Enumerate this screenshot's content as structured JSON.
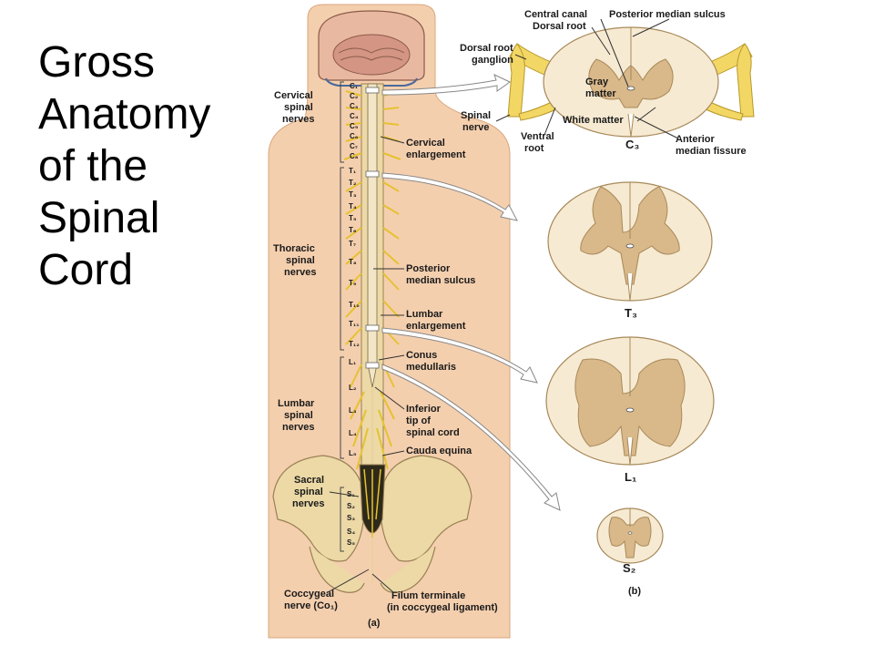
{
  "title_lines": [
    "Gross",
    "Anatomy",
    "of the",
    "Spinal",
    "Cord"
  ],
  "panel_a": {
    "label": "(a)",
    "left_labels": {
      "cervical": [
        "Cervical",
        "spinal",
        "nerves"
      ],
      "thoracic": [
        "Thoracic",
        "spinal",
        "nerves"
      ],
      "lumbar": [
        "Lumbar",
        "spinal",
        "nerves"
      ],
      "sacral": [
        "Sacral",
        "spinal",
        "nerves"
      ],
      "coccygeal": [
        "Coccygeal",
        "nerve (Co₁)"
      ]
    },
    "right_labels": {
      "cervical_enlargement": [
        "Cervical",
        "enlargement"
      ],
      "posterior_median_sulcus": [
        "Posterior",
        "median sulcus"
      ],
      "lumbar_enlargement": [
        "Lumbar",
        "enlargement"
      ],
      "conus_medullaris": [
        "Conus",
        "medullaris"
      ],
      "inferior_tip": [
        "Inferior",
        "tip of",
        "spinal cord"
      ],
      "cauda_equina": [
        "Cauda equina"
      ],
      "filum_terminale": [
        "Filum terminale",
        "(in coccygeal ligament)"
      ]
    },
    "cervical_levels": [
      "C₁",
      "C₂",
      "C₃",
      "C₄",
      "C₅",
      "C₆",
      "C₇",
      "C₈"
    ],
    "thoracic_levels": [
      "T₁",
      "T₂",
      "T₃",
      "T₄",
      "T₅",
      "T₆",
      "T₇",
      "T₈",
      "T₉",
      "T₁₀",
      "T₁₁",
      "T₁₂"
    ],
    "lumbar_levels": [
      "L₁",
      "L₂",
      "L₃",
      "L₄",
      "L₅"
    ],
    "sacral_levels": [
      "S₁",
      "S₂",
      "S₃",
      "S₄",
      "S₅"
    ]
  },
  "panel_b": {
    "label": "(b)",
    "c3_labels": {
      "central_canal": "Central canal",
      "posterior_median_sulcus": "Posterior median sulcus",
      "dorsal_root": "Dorsal root",
      "dorsal_root_ganglion": [
        "Dorsal root",
        "ganglion"
      ],
      "gray_matter": [
        "Gray",
        "matter"
      ],
      "spinal_nerve": [
        "Spinal",
        "nerve"
      ],
      "white_matter": "White matter",
      "ventral_root": [
        "Ventral",
        "root"
      ],
      "anterior_median_fissure": [
        "Anterior",
        "median fissure"
      ]
    },
    "sections": [
      "C₃",
      "T₃",
      "L₁",
      "S₂"
    ]
  },
  "colors": {
    "bone": "#ecd9a6",
    "cord": "#f2e6c6",
    "white_matter": "#f6ead2",
    "gray_matter": "#d9b88a",
    "nerve": "#f0d560",
    "skin": "#f4cfae"
  }
}
